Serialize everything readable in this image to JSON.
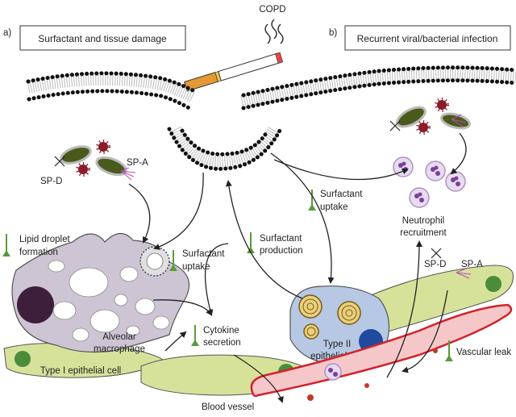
{
  "title": "COPD",
  "panels": {
    "a": {
      "letter": "a)",
      "heading": "Surfactant and tissue damage"
    },
    "b": {
      "letter": "b)",
      "heading": "Recurrent viral/bacterial infection"
    }
  },
  "labels": {
    "sp_d_left": "SP-D",
    "sp_a_left": "SP-A",
    "lipid_line1": "Lipid droplet",
    "lipid_line2": "formation",
    "surf_uptake_left_1": "Surfactant",
    "surf_uptake_left_2": "uptake",
    "surf_production_1": "Surfactant",
    "surf_production_2": "production",
    "surf_uptake_right_1": "Surfactant",
    "surf_uptake_right_2": "uptake",
    "neutrophil_1": "Neutrophil",
    "neutrophil_2": "recruitment",
    "alveolar_1": "Alveolar",
    "alveolar_2": "macrophage",
    "cytokine_1": "Cytokine",
    "cytokine_2": "secretion",
    "type1": "Type I epithelial cell",
    "type2_1": "Type II",
    "type2_2": "epithelial cell",
    "sp_d_right": "SP-D",
    "sp_a_right": "SP-A",
    "vascular_leak": "Vascular leak",
    "blood_vessel": "Blood vessel"
  },
  "colors": {
    "up_arrow": "#5a9a3a",
    "macrophage": "#cdc5d3",
    "type1_cell": "#d6e29a",
    "type2_cell": "#b7c8e4",
    "vessel": "#f6c7c9",
    "vessel_wall": "#d32028",
    "bacterium": "#4a5a1c",
    "virus": "#8b1c2a",
    "neutrophil": "#b490c8"
  }
}
